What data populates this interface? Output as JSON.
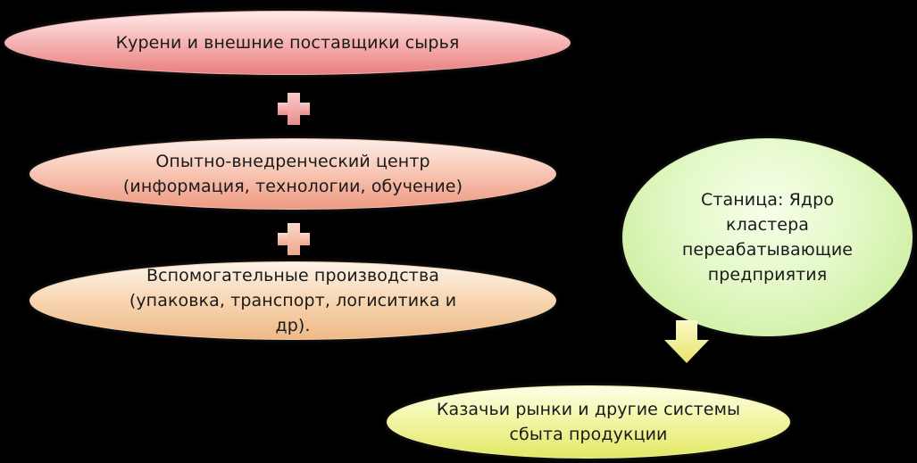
{
  "nodes": {
    "suppliers": "Курени и внешние поставщики сырья",
    "center_line1": "Опытно-внедренческий центр",
    "center_line2": "(информация, технологии, обучение)",
    "auxiliary": "Вспомогательные производства (упаковка, транспорт, логиситика и др).",
    "core": "Станица: Ядро кластера переабатывающие предприятия",
    "markets_line1": "Казачьи рынки и другие системы",
    "markets_line2": "сбыта продукции"
  },
  "colors": {
    "background": "#000000",
    "suppliers": "#f7b8b8",
    "center": "#f8c8b6",
    "auxiliary": "#f8d9b6",
    "core": "#e3f8c6",
    "markets": "#f3f6a8",
    "arrow": "#f2ee8a"
  },
  "icons": {
    "plus": "plus-icon",
    "arrow": "arrow-down-icon"
  }
}
